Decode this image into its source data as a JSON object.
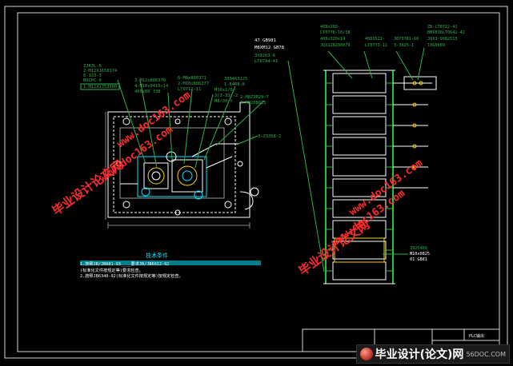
{
  "colors": {
    "background": "#000000",
    "frame": "#d9d9d9",
    "part": "#ffffff",
    "green_label": "#2bb34a",
    "cyan": "#00e5ff",
    "yellow": "#ffd400",
    "watermark": "#ff2a2a",
    "rail_green": "#27c23a"
  },
  "left_callouts": [
    {
      "lines": [
        "ZJR3L-6",
        "2-M12X1650374",
        "6 133-3",
        "BOCPC-0",
        "1-M12X1753500"
      ]
    },
    {
      "lines": [
        "3-M12x806370",
        "4-M10x0410x14",
        "400x00 f38"
      ]
    },
    {
      "lines": [
        "6-M8x800371",
        "2-M10x806277",
        "LT0712-11"
      ]
    },
    {
      "lines": [
        "3X9463J25",
        "1-64R8-8"
      ]
    },
    {
      "lines": [
        "M30x1/6",
        "3(3-33)-2",
        "M8/30 t"
      ]
    },
    {
      "lines": [
        "2-M8Z3R29-7",
        "3-M8208825"
      ]
    },
    {
      "lines": [
        "3-Z3358-2"
      ]
    }
  ],
  "top_labels": {
    "a": {
      "lines": [
        "47 GB981",
        "M8XM12 GB78",
        "3X9263-6",
        "LT07A4-41"
      ]
    },
    "b": {
      "lines": [
        "408x300-",
        "LT0778-10/38",
        "408x320x14",
        "JQX1Z8200079"
      ]
    },
    "c": {
      "lines": [
        "4003521-",
        "LT0773-11"
      ]
    },
    "d": {
      "lines": [
        "3073781-60",
        "3-3025-1"
      ]
    },
    "e": {
      "lines": [
        "ZB-LT0722-41",
        "BMX816LT0641-42",
        "JQX3-9082513",
        "10G0069"
      ]
    }
  },
  "tech": {
    "title": "技术条件",
    "items": [
      "1.按照JB/JB601-93____要求JB/JB6012-92",
      "(标准化文件按规定等)要求检查。",
      "2.按照JB6340-92(标准化文件按规定等)按规定检查。"
    ]
  },
  "bottom_right_label": {
    "lines": [
      "3925409",
      "M10x0825",
      "01 GB81"
    ]
  },
  "title_block": {
    "label": "PLC输出"
  },
  "watermarks": [
    "毕业设计论文网",
    "www.doc163.com"
  ],
  "footer": {
    "brand": "毕业设计(论文)网",
    "site": "56DOC.COM"
  }
}
